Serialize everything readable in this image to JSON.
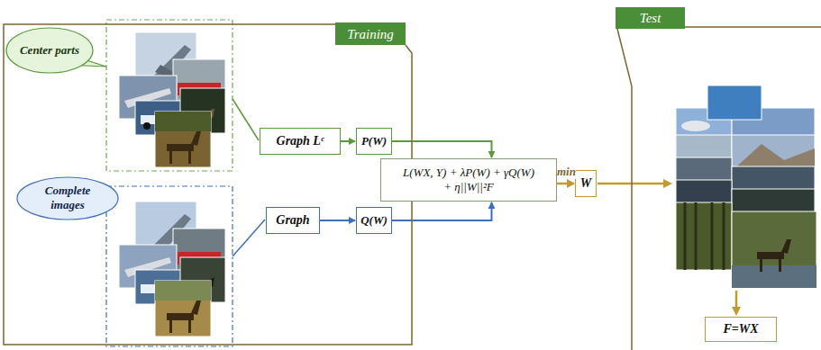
{
  "diagram": {
    "nodes": [
      {
        "text": [
          "Training"
        ]
      },
      {
        "text": [
          "Center parts"
        ],
        "in": 0
      },
      {
        "text": [
          "Graph Lᶜ"
        ],
        "in": 0
      },
      {
        "text": [
          "P(W)"
        ],
        "in": 0
      },
      {
        "text": [
          "Complete images"
        ],
        "in": 0
      },
      {
        "text": [
          "Graph"
        ],
        "in": 0
      },
      {
        "text": [
          "Q(W)"
        ],
        "in": 0
      },
      {
        "text": [
          "L(WX, Y) + λP(W) + γQ(W) + η||W||²F"
        ]
      },
      {
        "text": [
          "W"
        ]
      },
      {
        "text": [
          "Test"
        ]
      },
      {
        "text": [
          "F=WX"
        ],
        "in": 9
      }
    ],
    "edges": [
      {
        "from": 2,
        "to": 3,
        "arrow": "to"
      },
      {
        "from": 5,
        "to": 6,
        "arrow": "to"
      },
      {
        "from": 3,
        "to": 7,
        "arrow": "to"
      },
      {
        "from": 6,
        "to": 7,
        "arrow": "to"
      },
      {
        "from": 7,
        "to": 8,
        "label": "min",
        "arrow": "to"
      }
    ]
  }
}
